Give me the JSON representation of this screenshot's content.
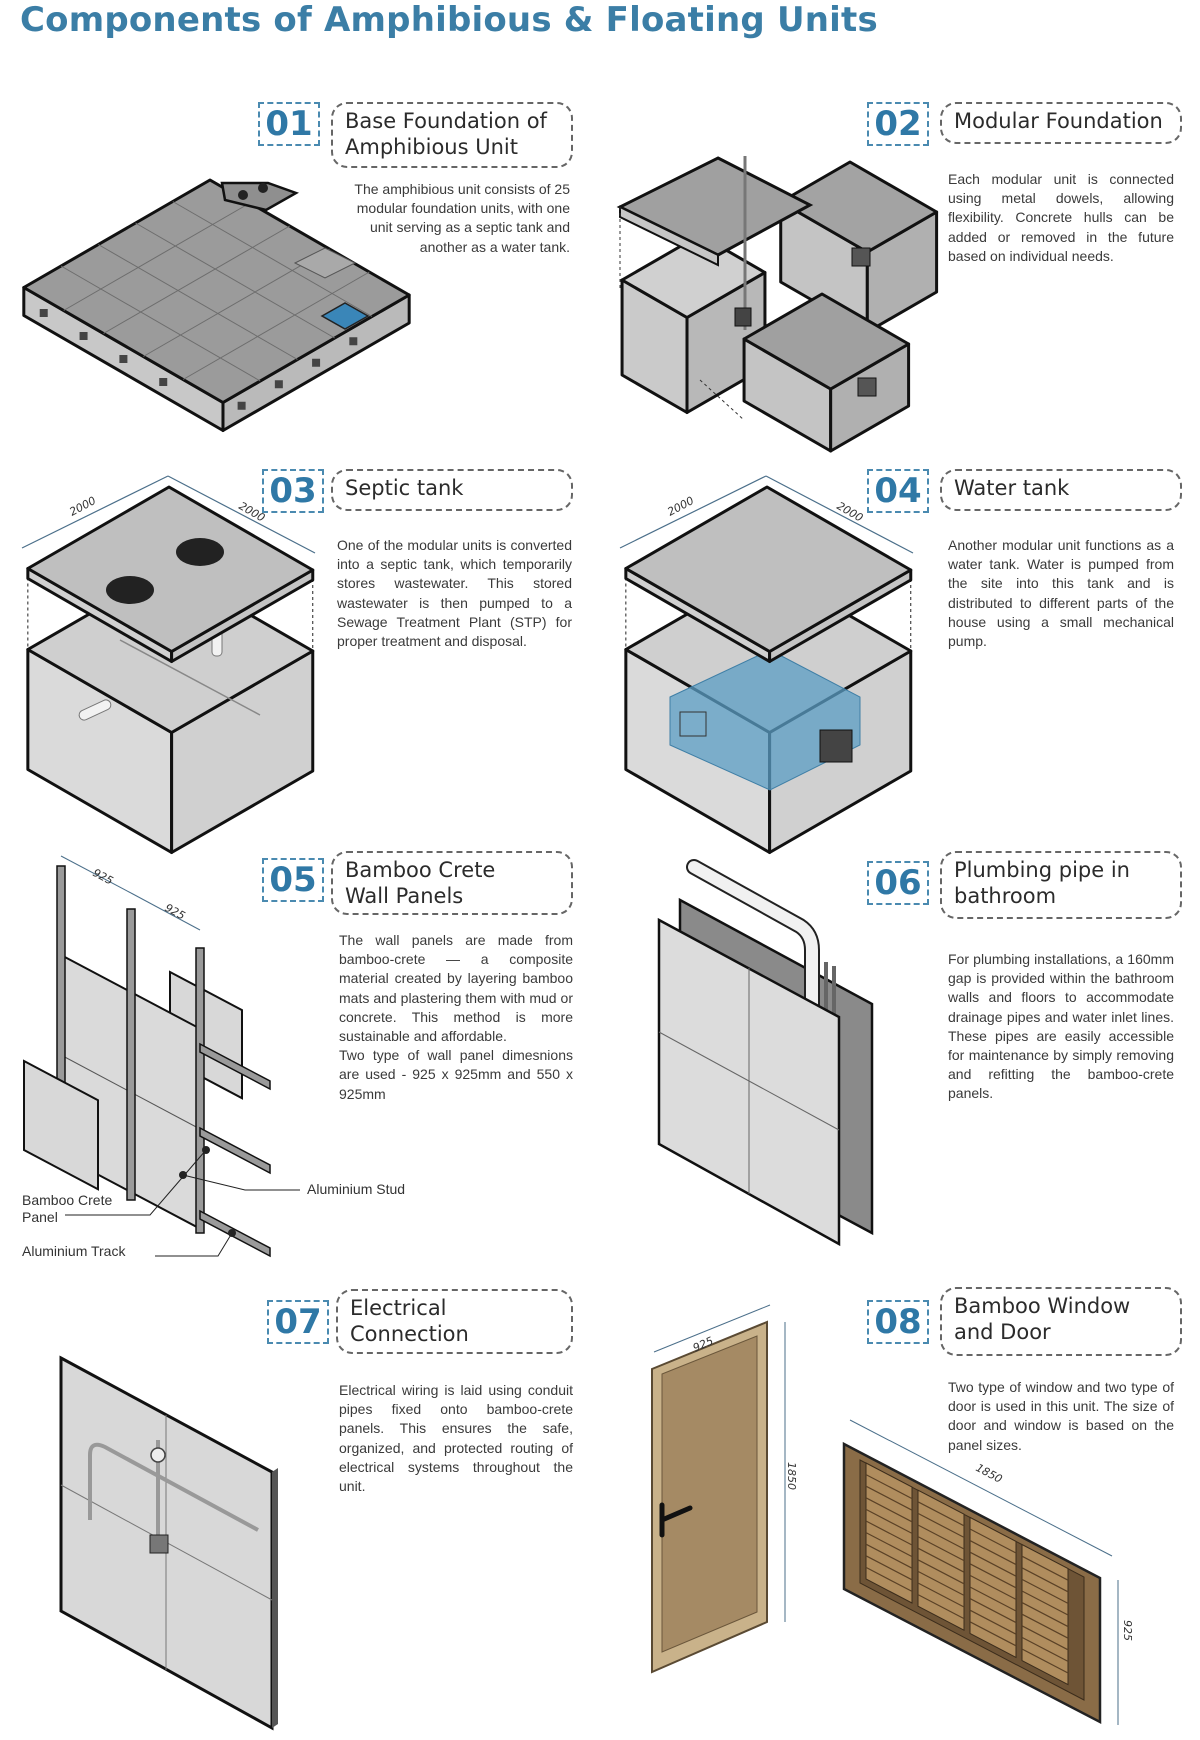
{
  "title": "Components of Amphibious & Floating Units",
  "colors": {
    "accent": "#3b7ea6",
    "water": "#5b9ec4",
    "concrete": "#bdbdbd",
    "bamboo": "#a58a64"
  },
  "sections": [
    {
      "number": "01",
      "title_lines": [
        "Base Foundation of",
        "Amphibious Unit"
      ],
      "description": [
        "The amphibious unit consists of 25 modular foundation units, with one unit serving as a septic tank and another as a water tank."
      ]
    },
    {
      "number": "02",
      "title_lines": [
        "Modular Foundation"
      ],
      "description": [
        "Each modular unit is connected using metal dowels, allowing flexibility. Concrete hulls can be added or removed in the future based on individual needs."
      ]
    },
    {
      "number": "03",
      "title_lines": [
        "Septic tank"
      ],
      "description": [
        "One of the modular units is converted into a septic tank, which temporarily stores wastewater. This stored wastewater is then pumped to a Sewage Treatment Plant (STP) for proper treatment and disposal."
      ],
      "dimensions": [
        "2000",
        "2000"
      ]
    },
    {
      "number": "04",
      "title_lines": [
        "Water tank"
      ],
      "description": [
        "Another modular unit functions as a water tank. Water is pumped from the site into this tank and is distributed to different parts of the house using a small mechanical pump."
      ],
      "dimensions": [
        "2000",
        "2000"
      ]
    },
    {
      "number": "05",
      "title_lines": [
        "Bamboo Crete",
        "Wall Panels"
      ],
      "description": [
        "The wall panels are made from bamboo-crete — a composite material created by layering bamboo mats and plastering them with mud or concrete. This method is more sustainable and affordable.",
        "Two type of wall panel dimesnions are used - 925 x 925mm and 550 x 925mm"
      ],
      "dimensions": [
        "925",
        "925"
      ],
      "labels": {
        "stud": "Aluminium Stud",
        "panel_lines": [
          "Bamboo Crete",
          "Panel"
        ],
        "track": "Aluminium Track"
      }
    },
    {
      "number": "06",
      "title_lines": [
        "Plumbing pipe in",
        "bathroom"
      ],
      "description": [
        "For plumbing installations, a 160mm gap is provided within the bathroom walls and floors to accommodate drainage pipes and water inlet lines. These pipes are easily accessible for maintenance by simply removing and refitting the bamboo-crete panels."
      ]
    },
    {
      "number": "07",
      "title_lines": [
        "Electrical",
        "Connection"
      ],
      "description": [
        "Electrical wiring is laid using conduit pipes fixed onto bamboo-crete panels. This ensures the safe, organized, and protected routing of electrical systems throughout the unit."
      ]
    },
    {
      "number": "08",
      "title_lines": [
        "Bamboo Window",
        "and Door"
      ],
      "description": [
        "Two type of window and two type of door is used in this unit. The size of door and window is based on the panel sizes."
      ],
      "dimensions": {
        "door_width": "925",
        "door_height": "1850",
        "window_width": "1850",
        "window_height": "925"
      }
    }
  ]
}
